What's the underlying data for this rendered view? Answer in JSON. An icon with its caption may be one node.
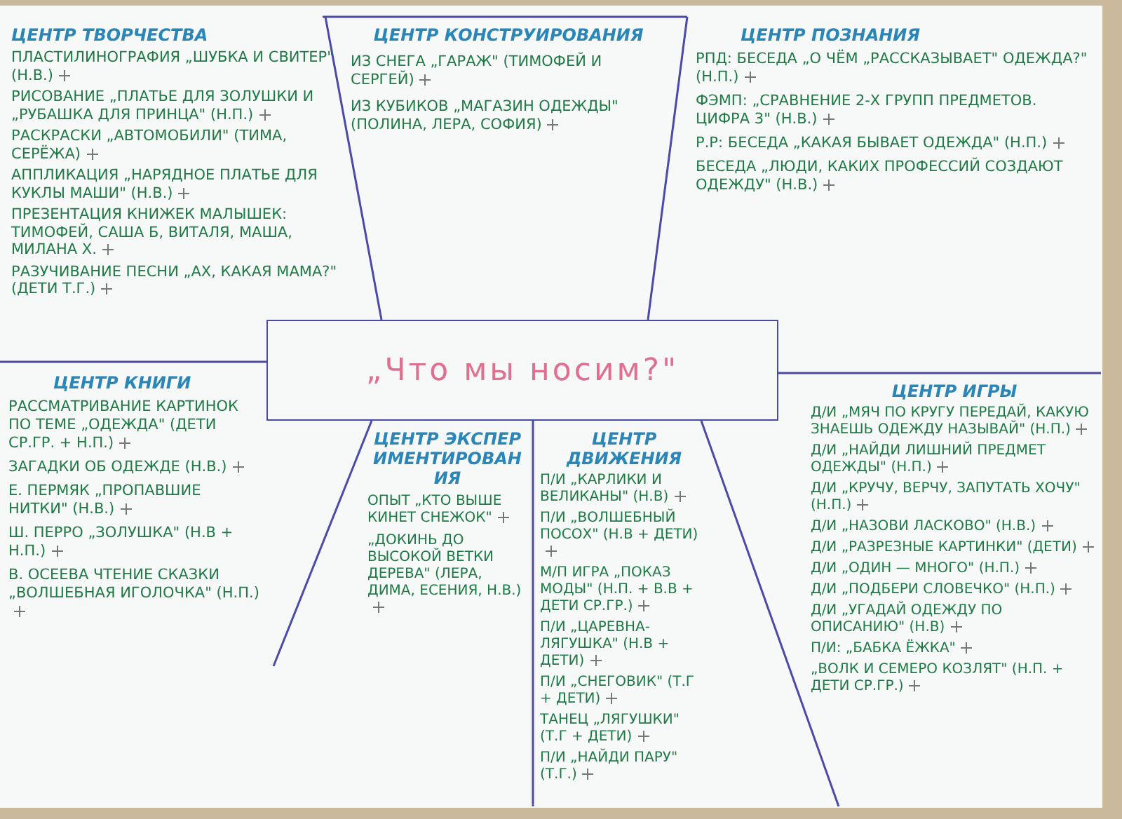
{
  "diagram": {
    "nodes": [
      {
        "text": [
          "„Что мы носим?\""
        ]
      },
      {
        "text": [
          "ЦЕНТР ТВОРЧЕСТВА",
          "ПЛАСТИЛИНОГРАФИЯ „ШУБКА И СВИТЕР\" (Н.В.)",
          "РИСОВАНИЕ „ПЛАТЬЕ ДЛЯ ЗОЛУШКИ И „РУБАШКА ДЛЯ ПРИНЦА\" (Н.П.)",
          "РАСКРАСКИ „АВТОМОБИЛИ\" (ТИМА, СЕРЁЖА)",
          "АППЛИКАЦИЯ „НАРЯДНОЕ ПЛАТЬЕ ДЛЯ КУКЛЫ МАШИ\" (Н.В.)",
          "ПРЕЗЕНТАЦИЯ КНИЖЕК МАЛЫШЕК: ТИМОФЕЙ, САША Б, ВИТАЛЯ, МАША, МИЛАНА Х.",
          "РАЗУЧИВАНИЕ ПЕСНИ „АХ, КАКАЯ МАМА?\" (ДЕТИ Т.Г.)"
        ]
      },
      {
        "text": [
          "ЦЕНТР КОНСТРУИРОВАНИЯ",
          "ИЗ СНЕГА „ГАРАЖ\" (ТИМОФЕЙ И СЕРГЕЙ)",
          "ИЗ КУБИКОВ „МАГАЗИН ОДЕЖДЫ\" (ПОЛИНА, ЛЕРА, СОФИЯ)"
        ]
      },
      {
        "text": [
          "ЦЕНТР ПОЗНАНИЯ",
          "РПД: БЕСЕДА „О ЧЁМ „РАССКАЗЫВАЕТ\" ОДЕЖДА?\" (Н.П.)",
          "ФЭМП: „СРАВНЕНИЕ 2-Х ГРУПП ПРЕДМЕТОВ. ЦИФРА 3\" (Н.В.)",
          "Р.Р: БЕСЕДА „КАКАЯ БЫВАЕТ ОДЕЖДА\" (Н.П.)",
          "БЕСЕДА „ЛЮДИ, КАКИХ ПРОФЕССИЙ СОЗДАЮТ ОДЕЖДУ\" (Н.В.)"
        ]
      },
      {
        "text": [
          "ЦЕНТР КНИГИ",
          "РАССМАТРИВАНИЕ КАРТИНОК ПО ТЕМЕ „ОДЕЖДА\" (ДЕТИ СР.ГР. + Н.П.)",
          "ЗАГАДКИ ОБ ОДЕЖДЕ (Н.В.)",
          "Е. ПЕРМЯК „ПРОПАВШИЕ НИТКИ\" (Н.В.)",
          "Ш. ПЕРРО „ЗОЛУШКА\" (Н.В + Н.П.)",
          "В. ОСЕЕВА ЧТЕНИЕ СКАЗКИ „ВОЛШЕБНАЯ ИГОЛОЧКА\" (Н.П.)"
        ]
      },
      {
        "text": [
          "ЦЕНТР ЭКСПЕРИМЕНТИРОВАНИЯ",
          "ОПЫТ „КТО ВЫШЕ КИНЕТ СНЕЖОК\"",
          "„ДОКИНЬ ДО ВЫСОКОЙ ВЕТКИ ДЕРЕВА\" (ЛЕРА, ДИМА, ЕСЕНИЯ, Н.В.)"
        ]
      },
      {
        "text": [
          "ЦЕНТР ДВИЖЕНИЯ",
          "П/И „КАРЛИКИ И ВЕЛИКАНЫ\" (Н.В)",
          "П/И „ВОЛШЕБНЫЙ ПОСОХ\" (Н.В + ДЕТИ)",
          "М/П ИГРА „ПОКАЗ МОДЫ\" (Н.П. + В.В + ДЕТИ СР.ГР.)",
          "П/И „ЦАРЕВНА-ЛЯГУШКА\" (Н.В + ДЕТИ)",
          "П/И „СНЕГОВИК\" (Т.Г + ДЕТИ)",
          "ТАНЕЦ „ЛЯГУШКИ\" (Т.Г + ДЕТИ)",
          "П/И „НАЙДИ ПАРУ\" (Т.Г.)"
        ]
      },
      {
        "text": [
          "ЦЕНТР ИГРЫ",
          "Д/И „МЯЧ ПО КРУГУ ПЕРЕДАЙ, КАКУЮ ЗНАЕШЬ ОДЕЖДУ НАЗЫВАЙ\" (Н.П.)",
          "Д/И „НАЙДИ ЛИШНИЙ ПРЕДМЕТ ОДЕЖДЫ\" (Н.П.)",
          "Д/И „КРУЧУ, ВЕРЧУ, ЗАПУТАТЬ ХОЧУ\" (Н.П.)",
          "Д/И „НАЗОВИ ЛАСКОВО\" (Н.В.)",
          "Д/И „РАЗРЕЗНЫЕ КАРТИНКИ\" (ДЕТИ)",
          "Д/И „ОДИН — МНОГО\" (Н.П.)",
          "Д/И „ПОДБЕРИ СЛОВЕЧКО\" (Н.П.)",
          "Д/И „УГАДАЙ ОДЕЖДУ ПО ОПИСАНИЮ\" (Н.В)",
          "П/И: „БАБКА ЁЖКА\"",
          "„ВОЛК И СЕМЕРО КОЗЛЯТ\" (Н.П. + ДЕТИ СР.ГР.)"
        ]
      }
    ]
  }
}
